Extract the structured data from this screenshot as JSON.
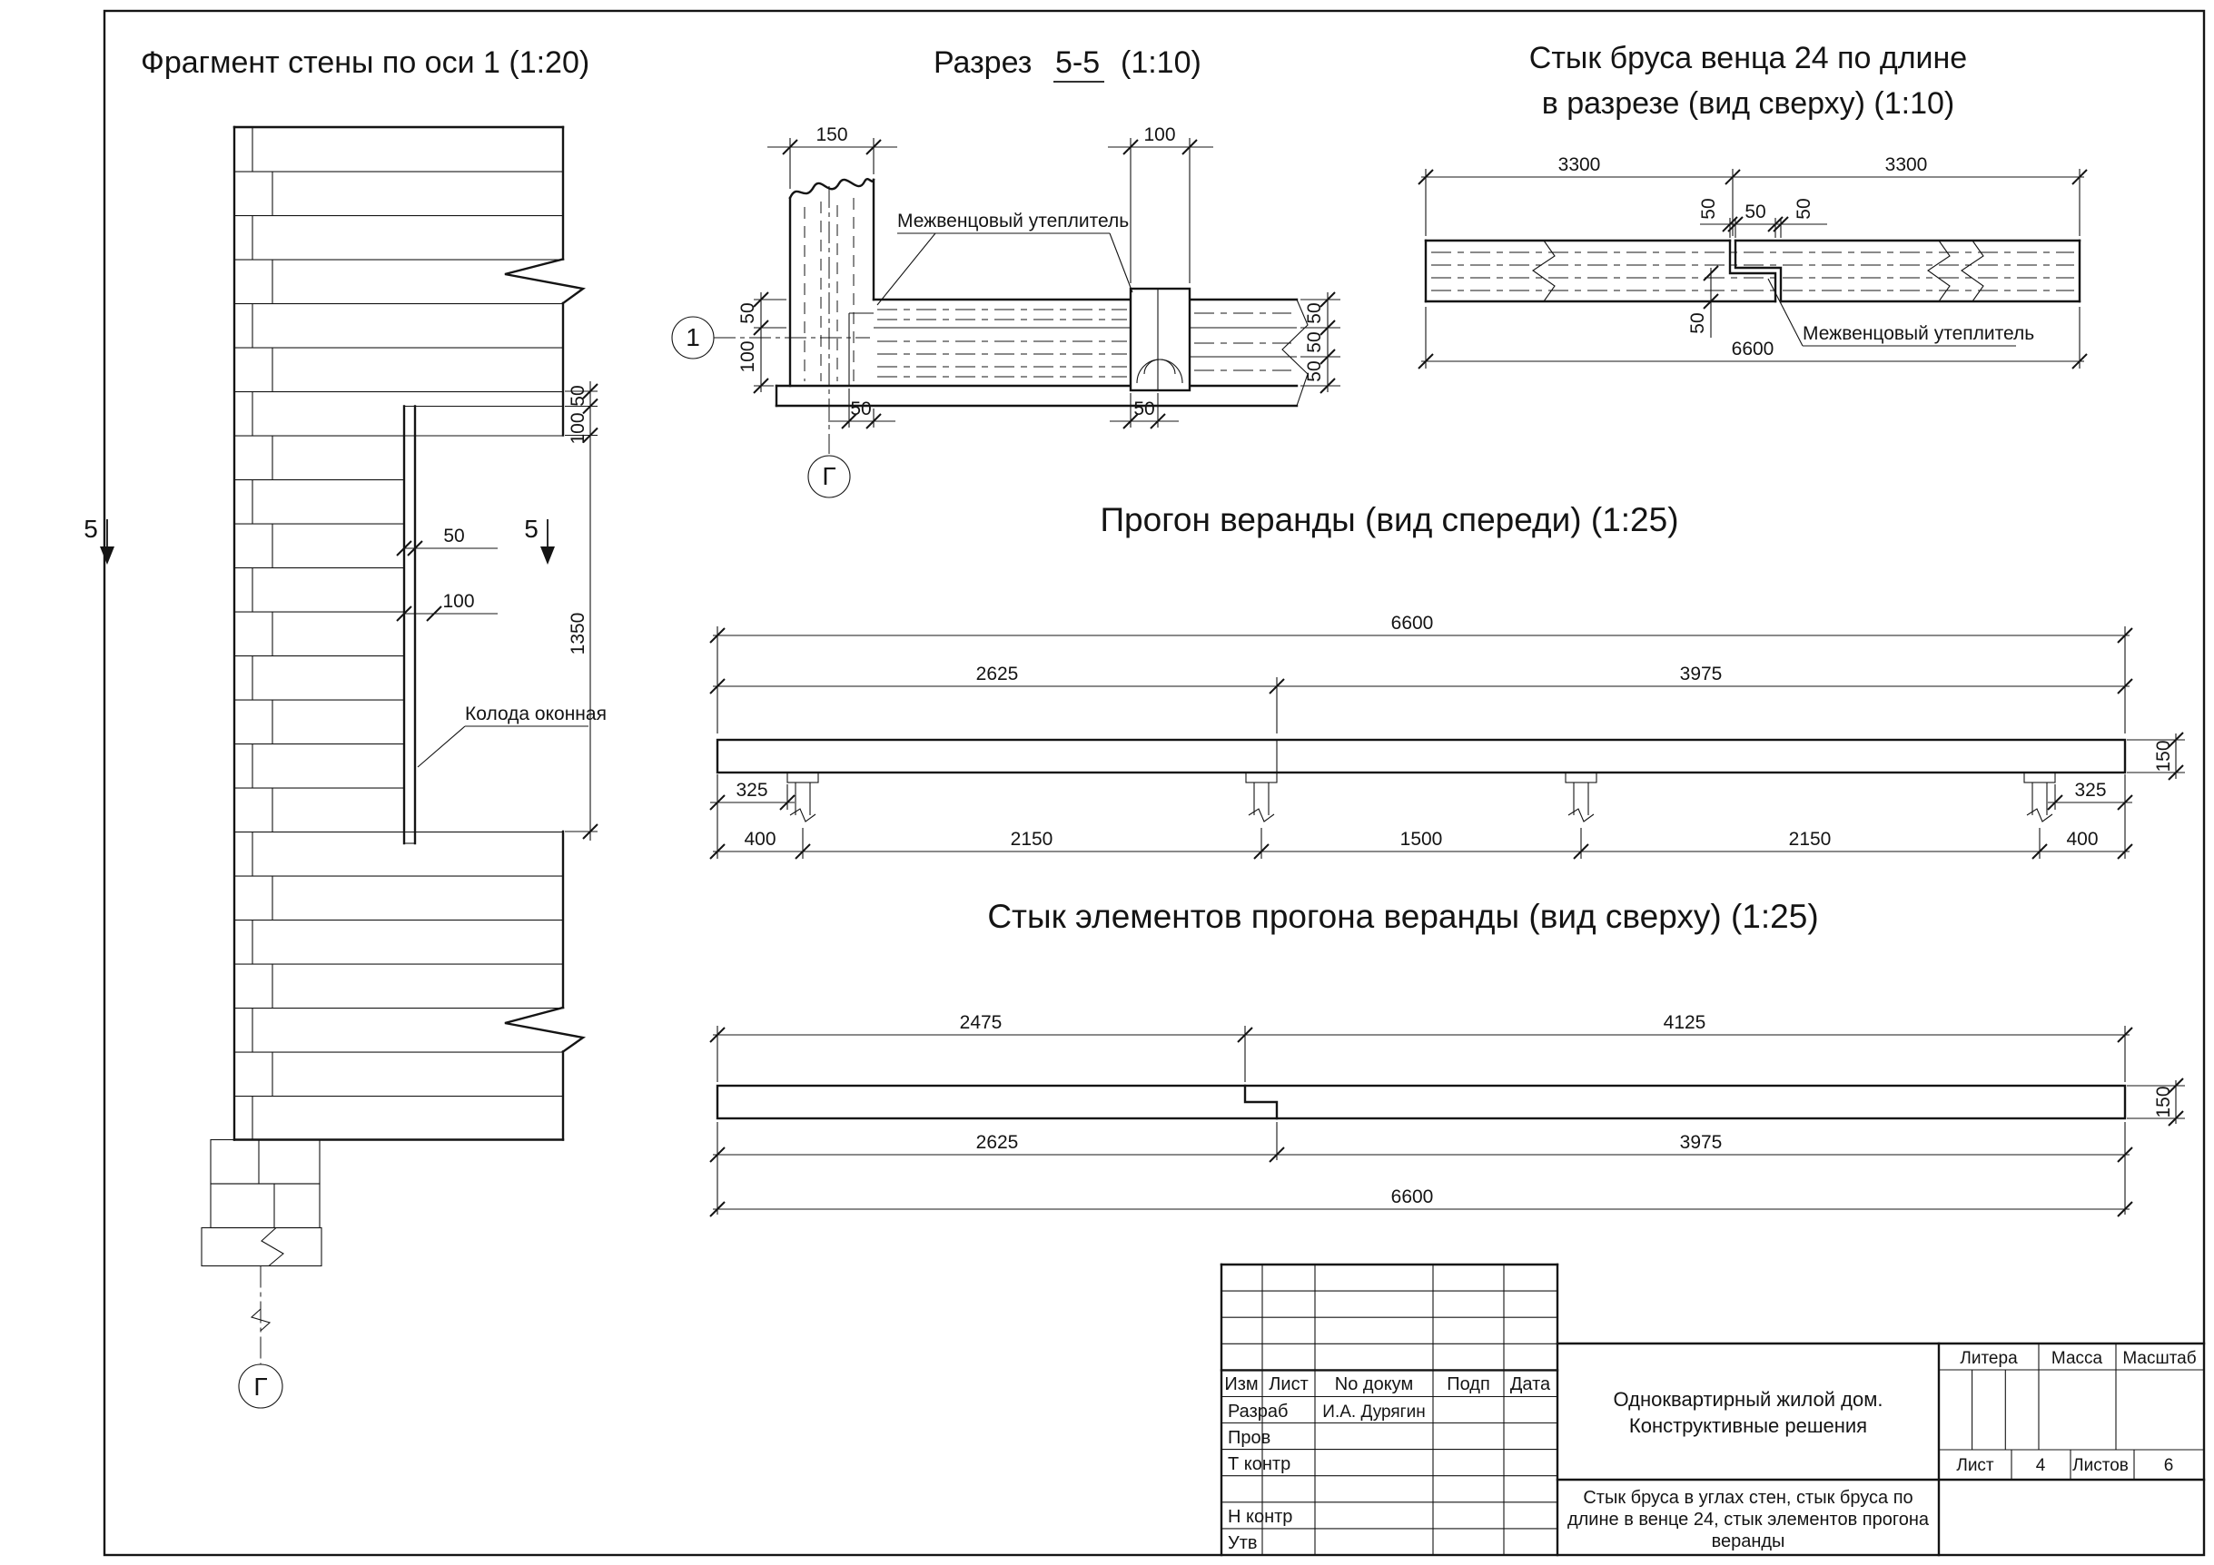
{
  "sheet": {
    "background": "#ffffff",
    "line_color": "#141414"
  },
  "titles": {
    "wall_fragment": "Фрагмент стены по оси 1 (1:20)",
    "section_word": "Разрез",
    "section_num": "5-5",
    "section_scale": "(1:10)",
    "beam_joint_line1": "Стык бруса венца 24 по длине",
    "beam_joint_line2": "в разрезе (вид сверху) (1:10)",
    "girder_front": "Прогон веранды (вид спереди) (1:25)",
    "girder_joint": "Стык элементов прогона веранды (вид сверху) (1:25)"
  },
  "labels": {
    "insulation": "Межвенцовый утеплитель",
    "window_frame": "Колода оконная"
  },
  "markers": {
    "axis_1": "1",
    "axis_g": "Г",
    "section_5": "5"
  },
  "dims": {
    "d50": "50",
    "d100": "100",
    "d150": "150",
    "d325": "325",
    "d400": "400",
    "d1350": "1350",
    "d1500": "1500",
    "d2150": "2150",
    "d2475": "2475",
    "d2625": "2625",
    "d3300": "3300",
    "d3975": "3975",
    "d4125": "4125",
    "d6600": "6600"
  },
  "title_block": {
    "header": [
      "Изм",
      "Лист",
      "No докум",
      "Подп",
      "Дата"
    ],
    "developer_label": "Разраб",
    "developer_name": "И.А. Дурягин",
    "checker_label": "Пров",
    "tcontrol_label": "Т контр",
    "ncontrol_label": "Н контр",
    "approve_label": "Утв",
    "project_line1": "Одноквартирный жилой дом.",
    "project_line2": "Конструктивные решения",
    "doc_line1": "Стык бруса в углах стен, стык бруса по",
    "doc_line2": "длине в венце 24, стык элементов прогона",
    "doc_line3": "веранды",
    "litera": "Литера",
    "mass": "Масса",
    "scale": "Масштаб",
    "sheet_label": "Лист",
    "sheet_value": "4",
    "sheets_label": "Листов",
    "sheets_value": "6"
  }
}
